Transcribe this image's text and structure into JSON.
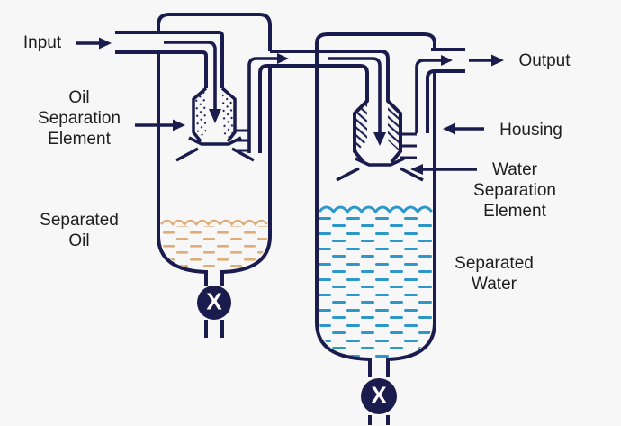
{
  "colors": {
    "line": "#1b1c4e",
    "oil": "#dfad77",
    "water": "#2d97ca",
    "background": "#f7f7f7",
    "text": "#1d1d1d",
    "valve_symbol_color": "#ffffff"
  },
  "labels": {
    "input": "Input",
    "output": "Output",
    "housing": "Housing",
    "oil_separation_element": {
      "line1": "Oil",
      "line2": "Separation",
      "line3": "Element"
    },
    "water_separation_element": {
      "line1": "Water",
      "line2": "Separation",
      "line3": "Element"
    },
    "separated_oil": {
      "line1": "Separated",
      "line2": "Oil"
    },
    "separated_water": {
      "line1": "Separated",
      "line2": "Water"
    }
  },
  "valves": {
    "symbol": "X"
  }
}
